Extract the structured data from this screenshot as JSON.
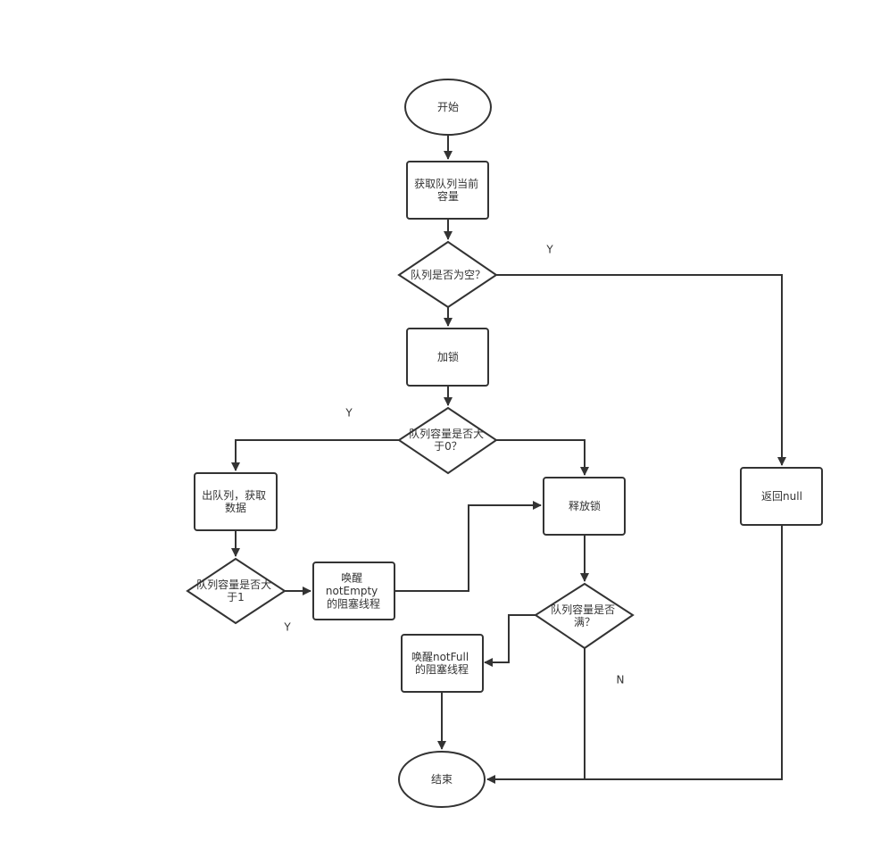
{
  "diagram": {
    "nodes": {
      "start": {
        "lines": [
          "开始"
        ]
      },
      "get_size": {
        "lines": [
          "获取队列当前",
          "容量"
        ]
      },
      "is_empty": {
        "lines": [
          "队列是否为空？"
        ]
      },
      "lock": {
        "lines": [
          "加锁"
        ]
      },
      "gt_zero": {
        "lines": [
          "队列容量是否大",
          "于0？"
        ]
      },
      "dequeue": {
        "lines": [
          "出队列，获取",
          "数据"
        ]
      },
      "unlock": {
        "lines": [
          "释放锁"
        ]
      },
      "return_null": {
        "lines": [
          "返回null"
        ]
      },
      "gt_one": {
        "lines": [
          "队列容量是否大",
          "于1"
        ]
      },
      "notify_not_empty": {
        "lines": [
          "唤醒",
          "notEmpty",
          "的阻塞线程"
        ]
      },
      "is_full": {
        "lines": [
          "队列容量是否",
          "满？"
        ]
      },
      "notify_not_full": {
        "lines": [
          "唤醒notFull",
          "的阻塞线程"
        ]
      },
      "end": {
        "lines": [
          "结束"
        ]
      }
    },
    "edge_labels": {
      "empty_yes": "Y",
      "gt_zero_yes": "Y",
      "gt_one_yes": "Y",
      "full_no": "N"
    },
    "colors": {
      "stroke": "#333333",
      "fill": "#ffffff",
      "text": "#333333"
    }
  }
}
